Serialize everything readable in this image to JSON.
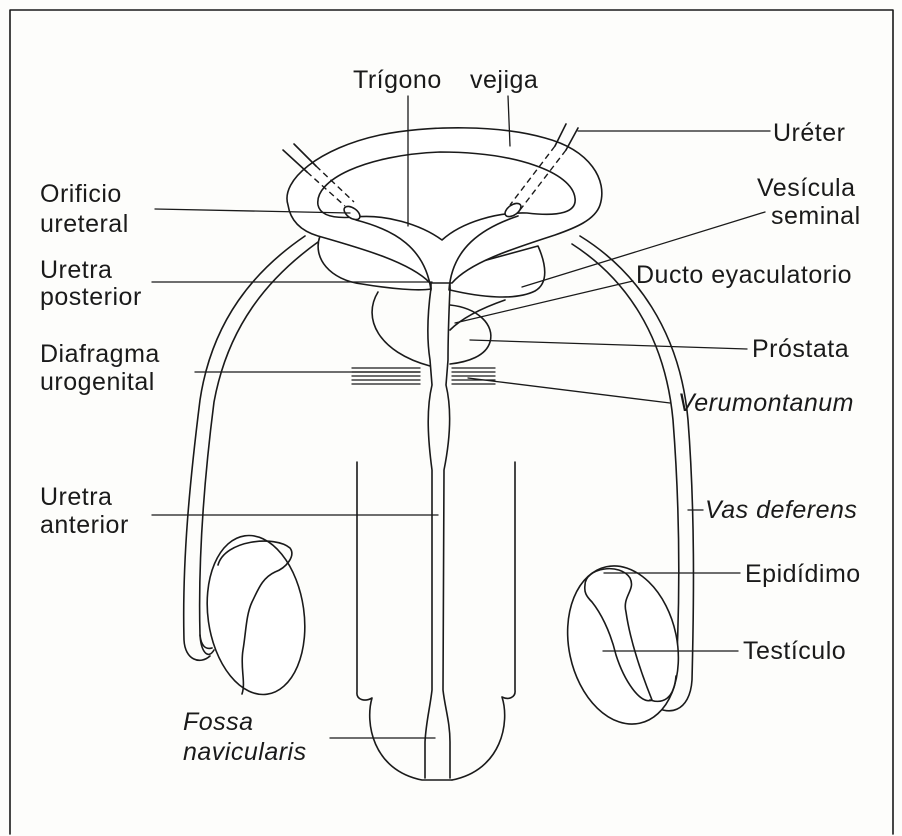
{
  "colors": {
    "ink": "#1a1a1a",
    "background": "#fdfdfb"
  },
  "labels": {
    "trigono": "Trígono",
    "vejiga": "vejiga",
    "ureter": "Uréter",
    "orificio_ureteral": [
      "Orificio",
      "ureteral"
    ],
    "vesicula_seminal": [
      "Vesícula",
      "seminal"
    ],
    "uretra_posterior": [
      "Uretra",
      "posterior"
    ],
    "ducto_eyaculatorio": "Ducto eyaculatorio",
    "diafragma_urogenital": [
      "Diafragma",
      "urogenital"
    ],
    "prostata": "Próstata",
    "verumontanum": "Verumontanum",
    "uretra_anterior": [
      "Uretra",
      "anterior"
    ],
    "vas_deferens": "Vas deferens",
    "epididimo": "Epidídimo",
    "testiculo": "Testículo",
    "fossa_navicularis": [
      "Fossa",
      "navicularis"
    ]
  }
}
